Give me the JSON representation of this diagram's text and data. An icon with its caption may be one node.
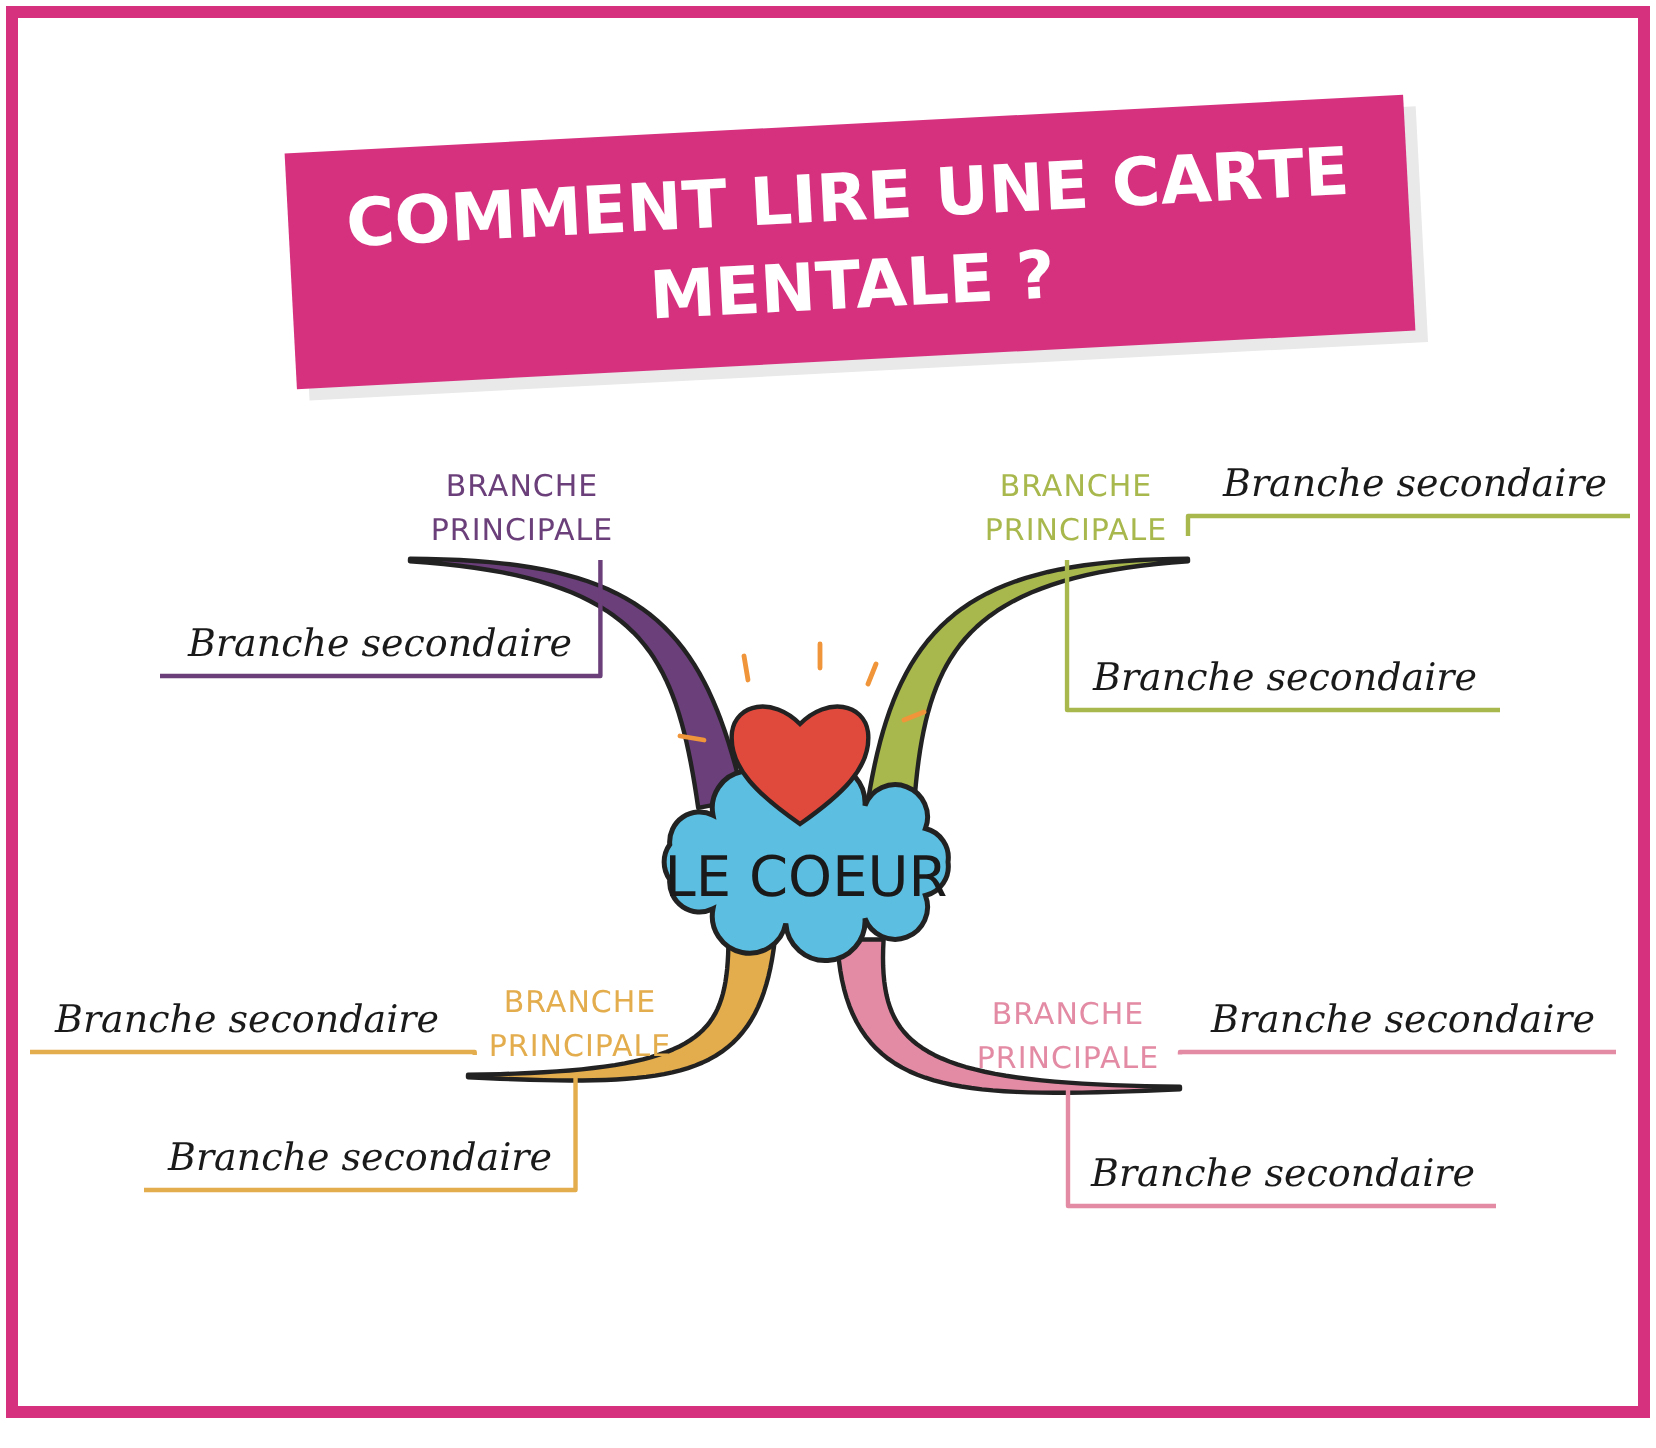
{
  "diagram": {
    "title": "COMMENT LIRE UNE CARTE MENTALE ?",
    "nodes": [
      {
        "text": [
          "LE COEUR"
        ]
      },
      {
        "text": [
          "BRANCHE PRINCIPALE"
        ]
      },
      {
        "text": [
          "BRANCHE PRINCIPALE"
        ]
      },
      {
        "text": [
          "BRANCHE PRINCIPALE"
        ]
      },
      {
        "text": [
          "BRANCHE PRINCIPALE"
        ]
      },
      {
        "text": [
          "Branche secondaire"
        ]
      },
      {
        "text": [
          "Branche secondaire"
        ]
      },
      {
        "text": [
          "Branche secondaire"
        ]
      },
      {
        "text": [
          "Branche secondaire"
        ]
      },
      {
        "text": [
          "Branche secondaire"
        ]
      },
      {
        "text": [
          "Branche secondaire"
        ]
      },
      {
        "text": [
          "Branche secondaire"
        ]
      }
    ],
    "edges": [
      {
        "from": 0,
        "to": 1,
        "arrow": "none",
        "style": "thick",
        "color": "#6b3f7a"
      },
      {
        "from": 0,
        "to": 2,
        "arrow": "none",
        "style": "thick",
        "color": "#a8b84c"
      },
      {
        "from": 0,
        "to": 3,
        "arrow": "none",
        "style": "thick",
        "color": "#e3ac4c"
      },
      {
        "from": 0,
        "to": 4,
        "arrow": "none",
        "style": "thick",
        "color": "#e38aa4"
      },
      {
        "from": 1,
        "to": 5,
        "arrow": "none",
        "color": "#6b3f7a"
      },
      {
        "from": 2,
        "to": 6,
        "arrow": "none",
        "color": "#a8b84c"
      },
      {
        "from": 2,
        "to": 7,
        "arrow": "none",
        "color": "#a8b84c"
      },
      {
        "from": 3,
        "to": 8,
        "arrow": "none",
        "color": "#e3ac4c"
      },
      {
        "from": 3,
        "to": 9,
        "arrow": "none",
        "color": "#e3ac4c"
      },
      {
        "from": 4,
        "to": 10,
        "arrow": "none",
        "color": "#e38aa4"
      },
      {
        "from": 4,
        "to": 11,
        "arrow": "none",
        "color": "#e38aa4"
      }
    ]
  }
}
